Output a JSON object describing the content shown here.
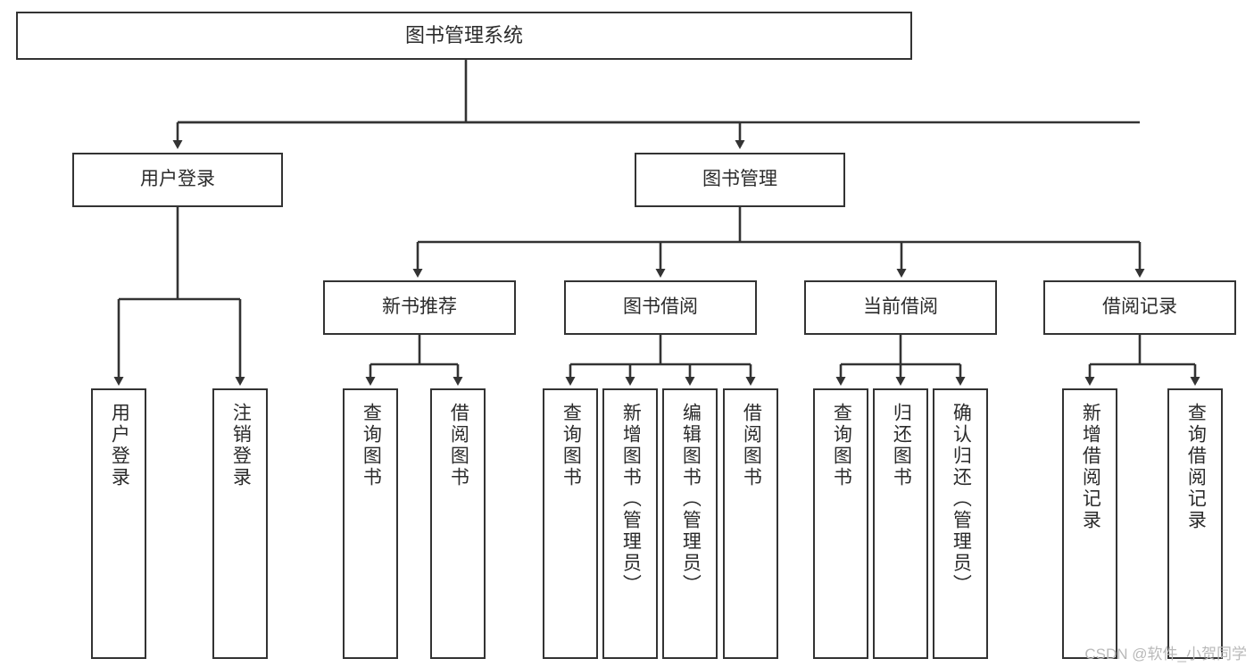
{
  "diagram": {
    "title": "图书管理系统",
    "style": {
      "box_border_color": "#333333",
      "box_fill": "#ffffff",
      "edge_color": "#333333",
      "text_color": "#2b2b2b",
      "background": "#ffffff"
    },
    "levels": {
      "root": {
        "label": "图书管理系统"
      },
      "level2": [
        {
          "label": "用户登录"
        },
        {
          "label": "图书管理"
        }
      ],
      "level3": [
        {
          "label": "新书推荐"
        },
        {
          "label": "图书借阅"
        },
        {
          "label": "当前借阅"
        },
        {
          "label": "借阅记录"
        }
      ]
    },
    "leaves": {
      "user_login": [
        {
          "label": "用户登录"
        },
        {
          "label": "注销登录"
        }
      ],
      "new_book_recommend": [
        {
          "label": "查询图书"
        },
        {
          "label": "借阅图书"
        }
      ],
      "book_borrow": [
        {
          "label": "查询图书"
        },
        {
          "label": "新增图书（管理员）"
        },
        {
          "label": "编辑图书（管理员）"
        },
        {
          "label": "借阅图书"
        }
      ],
      "current_borrow": [
        {
          "label": "查询图书"
        },
        {
          "label": "归还图书"
        },
        {
          "label": "确认归还（管理员）"
        }
      ],
      "borrow_record": [
        {
          "label": "新增借阅记录"
        },
        {
          "label": "查询借阅记录"
        }
      ]
    }
  },
  "watermark": {
    "text": "CSDN @软件_小贺同学"
  }
}
